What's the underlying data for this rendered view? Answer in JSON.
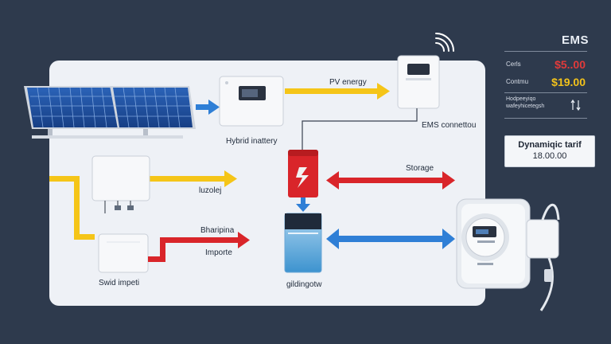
{
  "diagram": {
    "labels": {
      "pv_energy": "PV energy",
      "hybrid_inverter": "Hybrid inattery",
      "ems_connection": "EMS connettou",
      "storage": "Storage",
      "load": "luzolej",
      "bharipina": "Bharipina",
      "import": "Importe",
      "grid_import": "Swid impeti",
      "grid_meter": "gildingotw"
    }
  },
  "ems_panel": {
    "title": "EMS",
    "row1_label": "Cerls",
    "row1_value": "$5..00",
    "row2_label": "Contmu",
    "row2_value": "$19.00",
    "note": "Hodpeeyiqo wafeyhicetegsh"
  },
  "tariff": {
    "title": "Dynamiqic tarif",
    "value": "18.00.00"
  },
  "colors": {
    "yellow": "#f5c518",
    "blue": "#2f7fd6",
    "red": "#d9252a",
    "price_red": "#e23a3a",
    "price_yellow": "#f2c21b"
  }
}
